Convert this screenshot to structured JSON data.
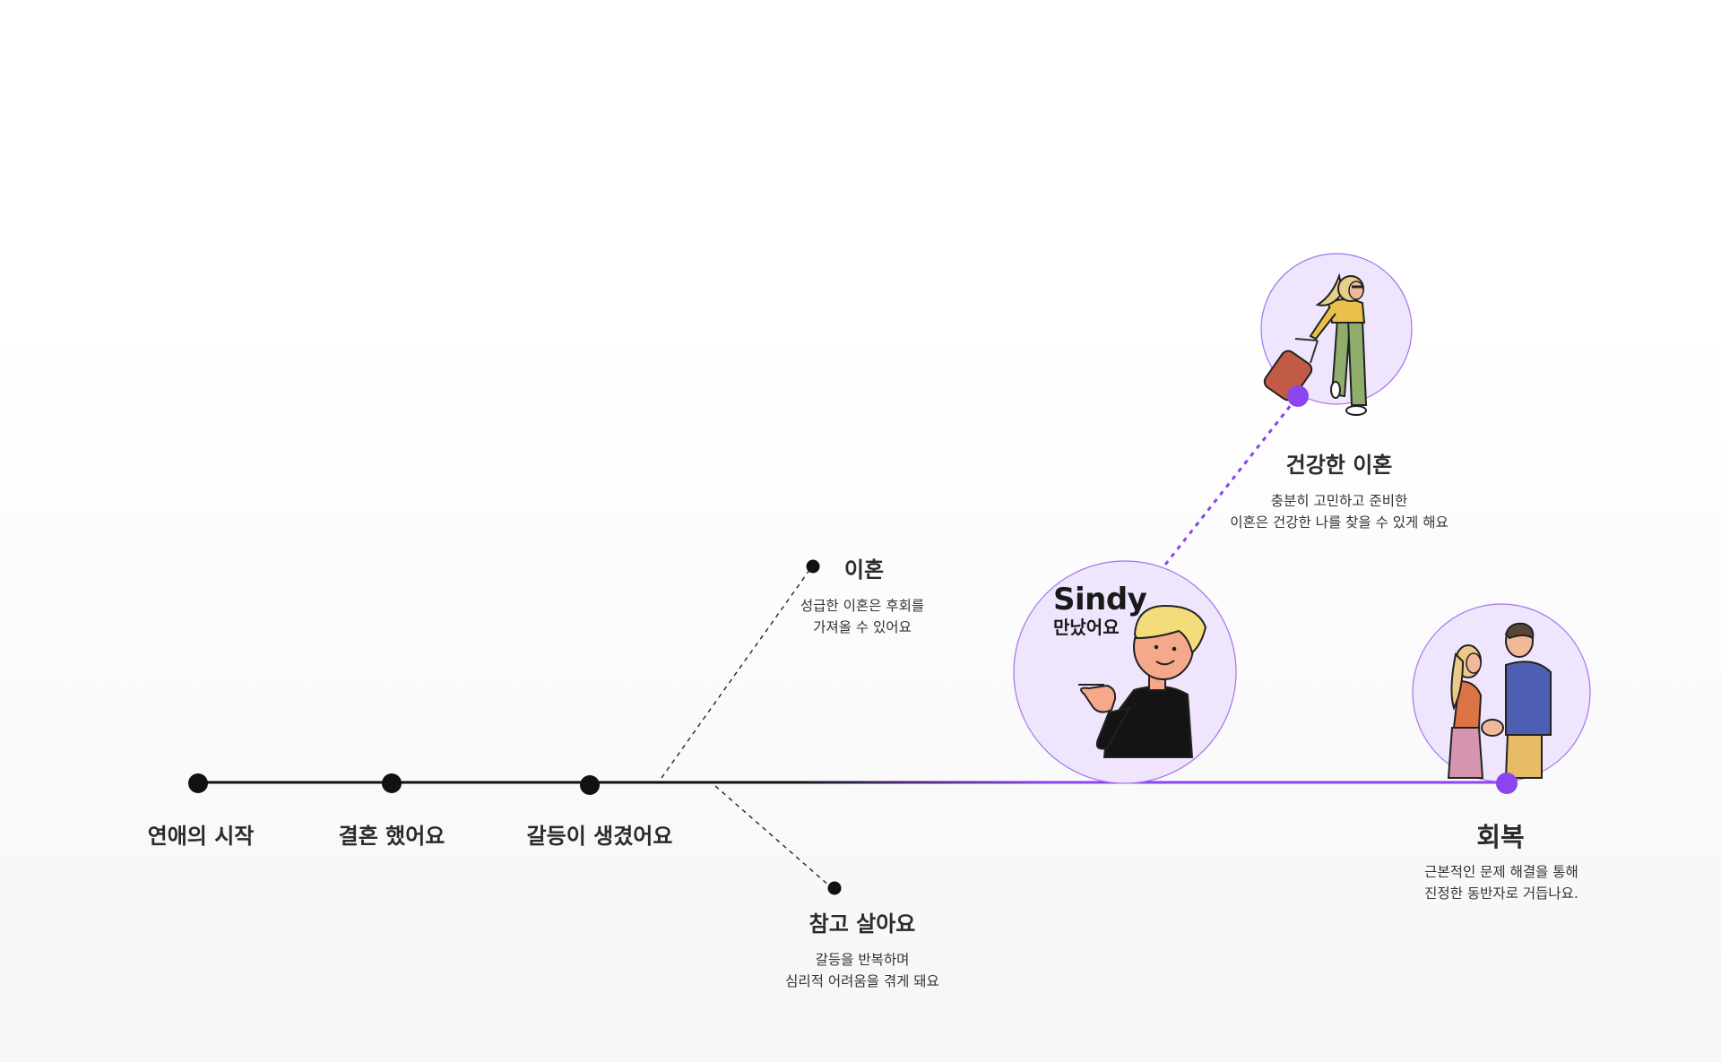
{
  "colors": {
    "line": "#111111",
    "accent": "#8b44ee",
    "circle_fill": "#efe6fd",
    "circle_stroke": "#a472f0",
    "dot": "#111111"
  },
  "stages": [
    {
      "label": "연애의 시작"
    },
    {
      "label": "결혼 했어요"
    },
    {
      "label": "갈등이 생겼어요"
    }
  ],
  "branches": {
    "divorce": {
      "title": "이혼",
      "desc": [
        "성급한 이혼은 후회를",
        "가져올 수 있어요"
      ]
    },
    "endure": {
      "title": "참고 살아요",
      "desc": [
        "갈등을 반복하며",
        "심리적 어려움을 겪게 돼요"
      ]
    },
    "healthy_divorce": {
      "title": "건강한 이혼",
      "desc": [
        "충분히 고민하고 준비한",
        "이혼은 건강한 나를 찾을 수 있게 해요"
      ],
      "icon": "woman-with-suitcase-icon"
    },
    "recovery": {
      "title": "회복",
      "desc": [
        "근본적인 문제 해결을 통해",
        "진정한 동반자로 거듭나요."
      ],
      "icon": "couple-holding-hands-icon"
    }
  },
  "sindy": {
    "name": "Sindy",
    "sub": "만났어요",
    "icon": "pointing-man-icon"
  }
}
